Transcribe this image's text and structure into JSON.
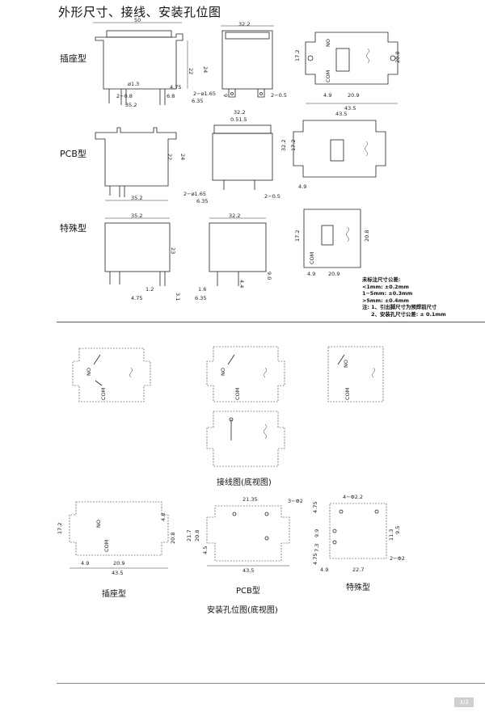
{
  "title": "外形尺寸、接线、安装孔位图",
  "rows": {
    "socket": "插座型",
    "pcb": "PCB型",
    "special": "特殊型"
  },
  "dims": {
    "d50": "50",
    "d22": "22",
    "d24": "24",
    "d13": "ø1.3",
    "d20_8_pin": "2−0.8",
    "d4_75": "4.75",
    "d6_8": "6.8",
    "d35_2": "35.2",
    "d32_2": "32.2",
    "d9": "9",
    "d2_165": "2−ø1.65",
    "d6_35": "6.35",
    "d2_05": "2−0.5",
    "d43_5": "43.5",
    "d17_2": "17.2",
    "d4_9": "4.9",
    "d20_9": "20.9",
    "d20_8": "20.8",
    "d0515": "0.51.5",
    "d23": "23",
    "d12": "1.2",
    "d31": "3.1",
    "d16": "1.6",
    "d44": "4.4",
    "d90": "9.0",
    "no": "NO",
    "com": "COM",
    "h2135": "21.35",
    "h3phi2": "3−Φ2",
    "h217": "21.7",
    "h208": "20.8",
    "h45": "4.5",
    "h48": "4.8",
    "h4phi22": "4−Φ2.2",
    "h475": "4.75",
    "h99": "9.9",
    "h73": "7.3",
    "h113": "11.3",
    "h95": "9.5",
    "h227": "22.7",
    "h2phi2": "2−Φ2"
  },
  "notes": "未标注尺寸公差:\n<1mm: ±0.2mm\n1−5mm: ±0.3mm\n>5mm: ±0.4mm\n注: 1、引出脚尺寸为预焊前尺寸\n     2、安装孔尺寸公差: ± 0.1mm",
  "captions": {
    "wiring": "接线图(底视图)",
    "socket": "插座型",
    "pcb": "PCB型",
    "special": "特殊型",
    "holes": "安装孔位图(底视图)"
  },
  "page_number": "3/3"
}
